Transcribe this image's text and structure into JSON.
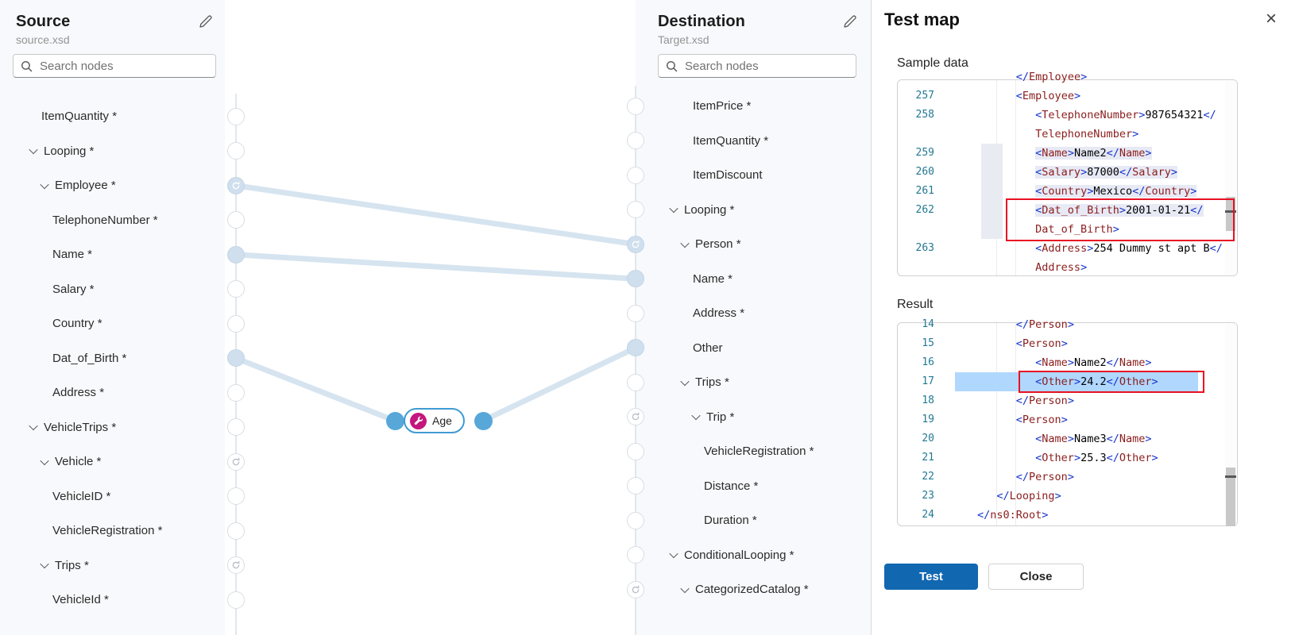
{
  "source_panel": {
    "title": "Source",
    "subtitle": "source.xsd",
    "search_placeholder": "Search nodes",
    "nodes": [
      {
        "label": "ItemQuantity *",
        "level": 2,
        "expandable": false,
        "handle": "empty"
      },
      {
        "label": "Looping *",
        "level": 1,
        "expandable": true,
        "handle": "empty"
      },
      {
        "label": "Employee *",
        "level": 2,
        "expandable": true,
        "handle": "loop-connected"
      },
      {
        "label": "TelephoneNumber *",
        "level": 3,
        "expandable": false,
        "handle": "empty"
      },
      {
        "label": "Name *",
        "level": 3,
        "expandable": false,
        "handle": "connected"
      },
      {
        "label": "Salary *",
        "level": 3,
        "expandable": false,
        "handle": "empty"
      },
      {
        "label": "Country *",
        "level": 3,
        "expandable": false,
        "handle": "empty"
      },
      {
        "label": "Dat_of_Birth *",
        "level": 3,
        "expandable": false,
        "handle": "connected"
      },
      {
        "label": "Address *",
        "level": 3,
        "expandable": false,
        "handle": "empty"
      },
      {
        "label": "VehicleTrips *",
        "level": 1,
        "expandable": true,
        "handle": "empty"
      },
      {
        "label": "Vehicle *",
        "level": 2,
        "expandable": true,
        "handle": "loop"
      },
      {
        "label": "VehicleID *",
        "level": 3,
        "expandable": false,
        "handle": "empty"
      },
      {
        "label": "VehicleRegistration *",
        "level": 3,
        "expandable": false,
        "handle": "empty"
      },
      {
        "label": "Trips *",
        "level": 2,
        "expandable": true,
        "handle": "loop"
      },
      {
        "label": "VehicleId *",
        "level": 3,
        "expandable": false,
        "handle": "empty"
      }
    ]
  },
  "destination_panel": {
    "title": "Destination",
    "subtitle": "Target.xsd",
    "search_placeholder": "Search nodes",
    "nodes": [
      {
        "label": "ItemPrice *",
        "level": 3,
        "expandable": false,
        "handle": "empty"
      },
      {
        "label": "ItemQuantity *",
        "level": 3,
        "expandable": false,
        "handle": "empty"
      },
      {
        "label": "ItemDiscount",
        "level": 3,
        "expandable": false,
        "handle": "empty"
      },
      {
        "label": "Looping *",
        "level": 1,
        "expandable": true,
        "handle": "empty"
      },
      {
        "label": "Person *",
        "level": 2,
        "expandable": true,
        "handle": "loop-connected"
      },
      {
        "label": "Name *",
        "level": 3,
        "expandable": false,
        "handle": "connected"
      },
      {
        "label": "Address *",
        "level": 3,
        "expandable": false,
        "handle": "empty"
      },
      {
        "label": "Other",
        "level": 3,
        "expandable": false,
        "handle": "connected"
      },
      {
        "label": "Trips *",
        "level": 2,
        "expandable": true,
        "handle": "empty"
      },
      {
        "label": "Trip *",
        "level": 3,
        "expandable": true,
        "handle": "loop"
      },
      {
        "label": "VehicleRegistration *",
        "level": 4,
        "expandable": false,
        "handle": "empty"
      },
      {
        "label": "Distance *",
        "level": 4,
        "expandable": false,
        "handle": "empty"
      },
      {
        "label": "Duration *",
        "level": 4,
        "expandable": false,
        "handle": "empty"
      },
      {
        "label": "ConditionalLooping *",
        "level": 1,
        "expandable": true,
        "handle": "empty"
      },
      {
        "label": "CategorizedCatalog *",
        "level": 2,
        "expandable": true,
        "handle": "loop"
      }
    ]
  },
  "function_node": {
    "label": "Age",
    "icon": "wrench-icon"
  },
  "test_panel": {
    "title": "Test map",
    "sample_section_label": "Sample data",
    "result_section_label": "Result",
    "sample_editor": {
      "rows": [
        {
          "num": "",
          "ind": 2,
          "toks": [
            [
              "b",
              "</"
            ],
            [
              "n",
              "Employee"
            ],
            [
              "b",
              ">"
            ]
          ]
        },
        {
          "num": "257",
          "ind": 2,
          "toks": [
            [
              "b",
              "<"
            ],
            [
              "n",
              "Employee"
            ],
            [
              "b",
              ">"
            ]
          ]
        },
        {
          "num": "258",
          "ind": 3,
          "toks": [
            [
              "b",
              "<"
            ],
            [
              "n",
              "TelephoneNumber"
            ],
            [
              "b",
              ">"
            ],
            [
              "t",
              "987654321"
            ],
            [
              "b",
              "</"
            ]
          ]
        },
        {
          "num": "",
          "ind": 3,
          "toks": [
            [
              "n",
              "TelephoneNumber"
            ],
            [
              "b",
              ">"
            ]
          ]
        },
        {
          "num": "259",
          "ind": 3,
          "hl": true,
          "toks": [
            [
              "b",
              "<"
            ],
            [
              "n",
              "Name"
            ],
            [
              "b",
              ">"
            ],
            [
              "t",
              "Name2"
            ],
            [
              "b",
              "</"
            ],
            [
              "n",
              "Name"
            ],
            [
              "b",
              ">"
            ]
          ]
        },
        {
          "num": "260",
          "ind": 3,
          "hl": true,
          "toks": [
            [
              "b",
              "<"
            ],
            [
              "n",
              "Salary"
            ],
            [
              "b",
              ">"
            ],
            [
              "t",
              "87000"
            ],
            [
              "b",
              "</"
            ],
            [
              "n",
              "Salary"
            ],
            [
              "b",
              ">"
            ]
          ]
        },
        {
          "num": "261",
          "ind": 3,
          "hl": true,
          "toks": [
            [
              "b",
              "<"
            ],
            [
              "n",
              "Country"
            ],
            [
              "b",
              ">"
            ],
            [
              "t",
              "Mexico"
            ],
            [
              "b",
              "</"
            ],
            [
              "n",
              "Country"
            ],
            [
              "b",
              ">"
            ]
          ]
        },
        {
          "num": "262",
          "ind": 3,
          "hl": true,
          "toks": [
            [
              "b",
              "<"
            ],
            [
              "n",
              "Dat_of_Birth"
            ],
            [
              "b",
              ">"
            ],
            [
              "t",
              "2001-01-21"
            ],
            [
              "b",
              "</"
            ]
          ]
        },
        {
          "num": "",
          "ind": 3,
          "toks": [
            [
              "n",
              "Dat_of_Birth"
            ],
            [
              "b",
              ">"
            ]
          ]
        },
        {
          "num": "263",
          "ind": 3,
          "toks": [
            [
              "b",
              "<"
            ],
            [
              "n",
              "Address"
            ],
            [
              "b",
              ">"
            ],
            [
              "t",
              "254 Dummy st apt B"
            ],
            [
              "b",
              "</"
            ]
          ]
        },
        {
          "num": "",
          "ind": 3,
          "toks": [
            [
              "n",
              "Address"
            ],
            [
              "b",
              ">"
            ]
          ]
        }
      ]
    },
    "result_editor": {
      "rows": [
        {
          "num": "14",
          "ind": 2,
          "toks": [
            [
              "b",
              "</"
            ],
            [
              "n",
              "Person"
            ],
            [
              "b",
              ">"
            ]
          ]
        },
        {
          "num": "15",
          "ind": 2,
          "toks": [
            [
              "b",
              "<"
            ],
            [
              "n",
              "Person"
            ],
            [
              "b",
              ">"
            ]
          ]
        },
        {
          "num": "16",
          "ind": 3,
          "toks": [
            [
              "b",
              "<"
            ],
            [
              "n",
              "Name"
            ],
            [
              "b",
              ">"
            ],
            [
              "t",
              "Name2"
            ],
            [
              "b",
              "</"
            ],
            [
              "n",
              "Name"
            ],
            [
              "b",
              ">"
            ]
          ]
        },
        {
          "num": "17",
          "ind": 3,
          "sel": true,
          "toks": [
            [
              "b",
              "<"
            ],
            [
              "n",
              "Other"
            ],
            [
              "b",
              ">"
            ],
            [
              "t",
              "24.2"
            ],
            [
              "b",
              "</"
            ],
            [
              "n",
              "Other"
            ],
            [
              "b",
              ">"
            ]
          ]
        },
        {
          "num": "18",
          "ind": 2,
          "toks": [
            [
              "b",
              "</"
            ],
            [
              "n",
              "Person"
            ],
            [
              "b",
              ">"
            ]
          ]
        },
        {
          "num": "19",
          "ind": 2,
          "toks": [
            [
              "b",
              "<"
            ],
            [
              "n",
              "Person"
            ],
            [
              "b",
              ">"
            ]
          ]
        },
        {
          "num": "20",
          "ind": 3,
          "toks": [
            [
              "b",
              "<"
            ],
            [
              "n",
              "Name"
            ],
            [
              "b",
              ">"
            ],
            [
              "t",
              "Name3"
            ],
            [
              "b",
              "</"
            ],
            [
              "n",
              "Name"
            ],
            [
              "b",
              ">"
            ]
          ]
        },
        {
          "num": "21",
          "ind": 3,
          "toks": [
            [
              "b",
              "<"
            ],
            [
              "n",
              "Other"
            ],
            [
              "b",
              ">"
            ],
            [
              "t",
              "25.3"
            ],
            [
              "b",
              "</"
            ],
            [
              "n",
              "Other"
            ],
            [
              "b",
              ">"
            ]
          ]
        },
        {
          "num": "22",
          "ind": 2,
          "toks": [
            [
              "b",
              "</"
            ],
            [
              "n",
              "Person"
            ],
            [
              "b",
              ">"
            ]
          ]
        },
        {
          "num": "23",
          "ind": 1,
          "toks": [
            [
              "b",
              "</"
            ],
            [
              "n",
              "Looping"
            ],
            [
              "b",
              ">"
            ]
          ]
        },
        {
          "num": "24",
          "ind": 0,
          "toks": [
            [
              "b",
              "</"
            ],
            [
              "n",
              "ns0:Root"
            ],
            [
              "b",
              ">"
            ]
          ]
        }
      ]
    },
    "footer": {
      "test_label": "Test",
      "close_label": "Close"
    }
  },
  "colors": {
    "accent": "#1267b1",
    "connection_wire": "#d6e4f0",
    "handle_fill": "#cfdfed",
    "function_handle_blue": "#57a7d9",
    "function_pill_border": "#3f9bd2",
    "function_icon_bg": "#c4177d",
    "annotation_red": "#e81123",
    "xml_tag_name": "#8b1d1d",
    "xml_bracket": "#1434cb",
    "line_number": "#237893",
    "selection_highlight": "#b0d7fd",
    "range_highlight": "#e7eaf5"
  }
}
